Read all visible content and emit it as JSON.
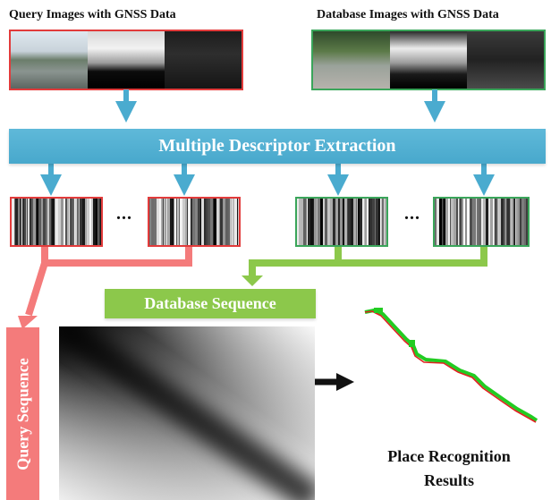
{
  "titles": {
    "query": "Query Images with GNSS Data",
    "database": "Database Images with GNSS Data"
  },
  "banner": {
    "label": "Multiple Descriptor Extraction"
  },
  "ellipsis": {
    "query": "...",
    "database": "..."
  },
  "database_sequence": {
    "label": "Database Sequence"
  },
  "query_sequence": {
    "label": "Query Sequence"
  },
  "result": {
    "line1": "Place Recognition",
    "line2": "Results"
  },
  "colors": {
    "query_accent": "#e23b3b",
    "database_accent": "#3aa55a",
    "banner": "#4aabcf",
    "arrow_blue": "#4aabcf",
    "arrow_red": "#f47b7b",
    "arrow_green": "#8cc84b",
    "trajectory_red": "#e02020",
    "trajectory_green": "#22cc22"
  }
}
